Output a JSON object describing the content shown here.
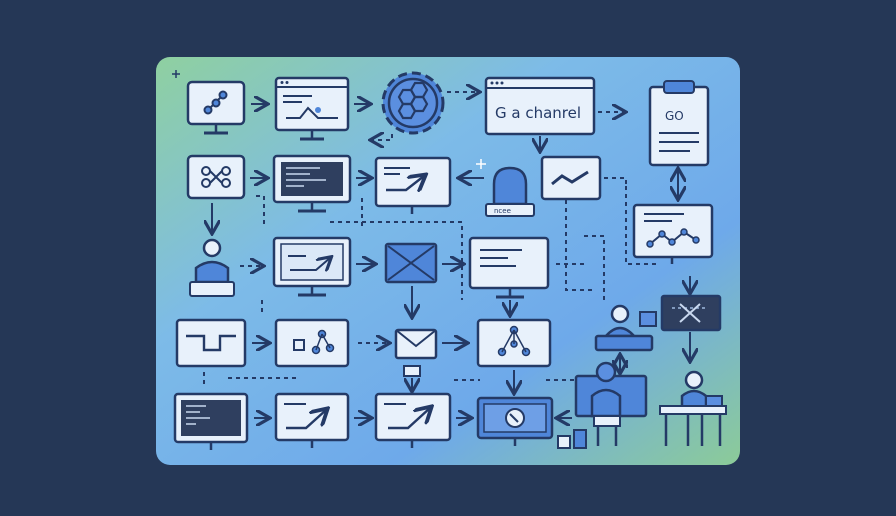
{
  "diagram": {
    "panel_gradient": [
      "#8fc9a3",
      "#79b6e6",
      "#6aa6e8",
      "#8cc79c"
    ],
    "line_color": "#243a66",
    "box_fill": "#e8f1fb",
    "accent_blue": "#4f86d9",
    "screen_dark": "#2f3f5f",
    "labels": {
      "channel_window": "G a chanrel",
      "clipboard": "GO",
      "device_tag": "ncee"
    }
  }
}
